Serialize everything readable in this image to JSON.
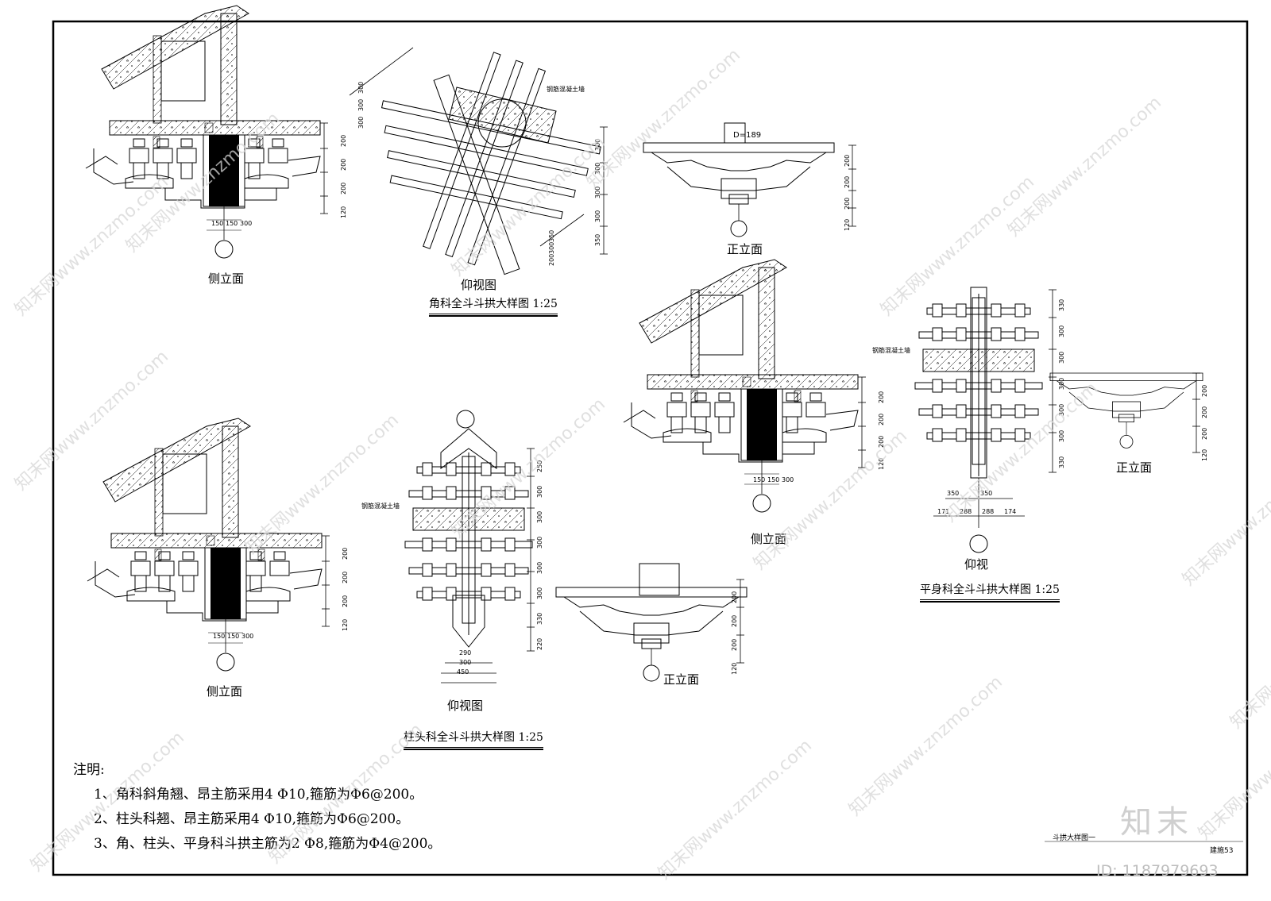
{
  "drawing": {
    "groups": [
      {
        "title": "角科全斗斗拱大样图 1:25",
        "views": [
          "侧立面",
          "仰视图",
          "正立面"
        ],
        "callouts": [
          "钢筋混凝土墙",
          "D=189"
        ],
        "dims_side": [
          "200",
          "200",
          "200",
          "120"
        ],
        "dims_under_post": [
          "150",
          "150",
          "300"
        ],
        "dims_plan": [
          "300",
          "300",
          "300",
          "300",
          "300",
          "300",
          "300",
          "350",
          "350",
          "300",
          "200"
        ],
        "dims_front": [
          "200",
          "200",
          "200",
          "120"
        ]
      },
      {
        "title": "柱头科全斗斗拱大样图 1:25",
        "views": [
          "侧立面",
          "仰视图",
          "正立面"
        ],
        "callouts": [
          "钢筋混凝土墙"
        ],
        "dims_side": [
          "200",
          "200",
          "200",
          "120"
        ],
        "dims_under_post": [
          "150",
          "150",
          "300"
        ],
        "dims_plan": [
          "250",
          "300",
          "300",
          "300",
          "300",
          "300",
          "330",
          "220"
        ],
        "dims_plan_bottom": [
          "290",
          "300",
          "450"
        ],
        "dims_front": [
          "200",
          "200",
          "200",
          "120"
        ]
      },
      {
        "title": "平身科全斗斗拱大样图 1:25",
        "views": [
          "侧立面",
          "仰视",
          "正立面"
        ],
        "callouts": [
          "钢筋混凝土墙"
        ],
        "dims_side": [
          "200",
          "200",
          "200",
          "120"
        ],
        "dims_under_post": [
          "150",
          "150",
          "300"
        ],
        "dims_plan": [
          "330",
          "300",
          "300",
          "300",
          "300",
          "300",
          "330"
        ],
        "dims_plan_bottom_1": [
          "350",
          "350"
        ],
        "dims_plan_bottom_2": [
          "171",
          "288",
          "288",
          "174"
        ],
        "dims_front": [
          "200",
          "200",
          "200",
          "120"
        ]
      }
    ],
    "notes": {
      "heading": "注明:",
      "items": [
        "1、角科斜角翘、昂主筋采用4 Φ10,箍筋为Φ6@200。",
        "2、柱头科翘、昂主筋采用4 Φ10,箍筋为Φ6@200。",
        "3、角、柱头、平身科斗拱主筋为2 Φ8,箍筋为Φ4@200。"
      ]
    },
    "title_block": {
      "sheet_name": "斗拱大样图一",
      "sheet_no": "建施53"
    },
    "watermark": {
      "site": "知末网www.znzmo.com",
      "logo": "知末",
      "id_text": "ID: 1187979693"
    },
    "colors": {
      "ink": "#000000",
      "hatch": "#000000",
      "watermark": "#d0d0d0",
      "paper": "#ffffff"
    }
  }
}
